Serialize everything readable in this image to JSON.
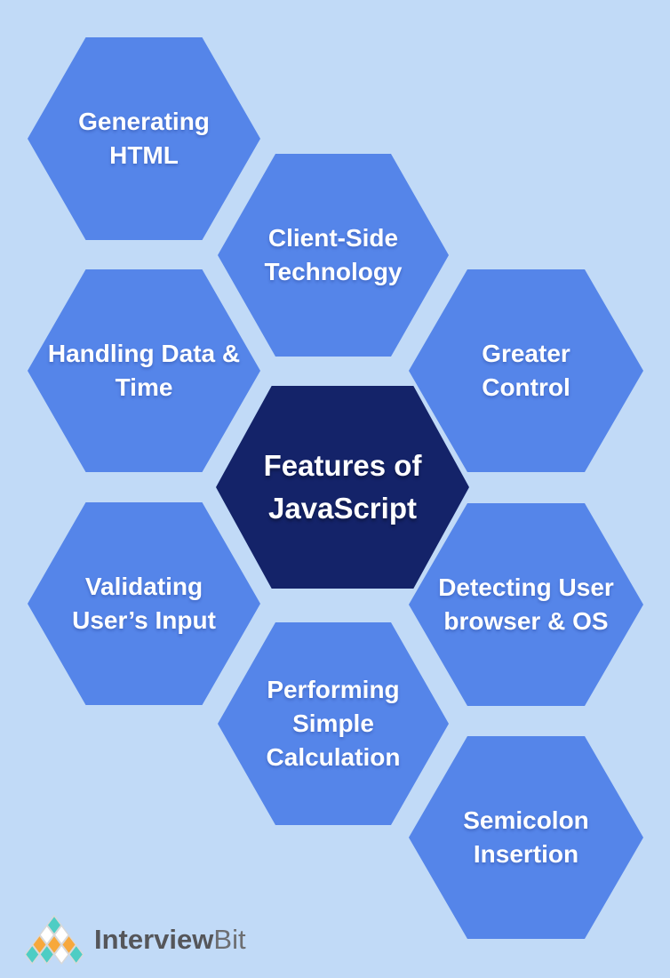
{
  "title": {
    "lines": [
      "Features of",
      "JavaScript"
    ]
  },
  "features": [
    {
      "name": "generating-html",
      "lines": [
        "Generating",
        "HTML"
      ]
    },
    {
      "name": "client-side-technology",
      "lines": [
        "Client-Side",
        "Technology"
      ]
    },
    {
      "name": "greater-control",
      "lines": [
        "Greater",
        "Control"
      ]
    },
    {
      "name": "handling-data-and-time",
      "lines": [
        "Handling Data &",
        "Time"
      ]
    },
    {
      "name": "validating-users-input",
      "lines": [
        "Validating",
        "User’s Input"
      ]
    },
    {
      "name": "detecting-user-browser-and-os",
      "lines": [
        "Detecting User",
        "browser & OS"
      ]
    },
    {
      "name": "performing-simple-calculation",
      "lines": [
        "Performing",
        "Simple",
        "Calculation"
      ]
    },
    {
      "name": "semicolon-insertion",
      "lines": [
        "Semicolon",
        "Insertion"
      ]
    }
  ],
  "logo": {
    "text_primary": "Interview",
    "text_secondary": "Bit",
    "mark": "diamond-pyramid",
    "mark_colors": {
      "teal": "#4ECDC4",
      "orange": "#F7A83C",
      "white": "#FFFFFF",
      "outline": "#D8D8D8"
    },
    "text_color_primary": "#55565A",
    "text_color_secondary": "#6D6E71"
  },
  "colors": {
    "background": "#C1DAF7",
    "hexagon_blue": "#5585E9",
    "hexagon_dark_navy": "#142369",
    "label_text": "#FFFFFF"
  }
}
